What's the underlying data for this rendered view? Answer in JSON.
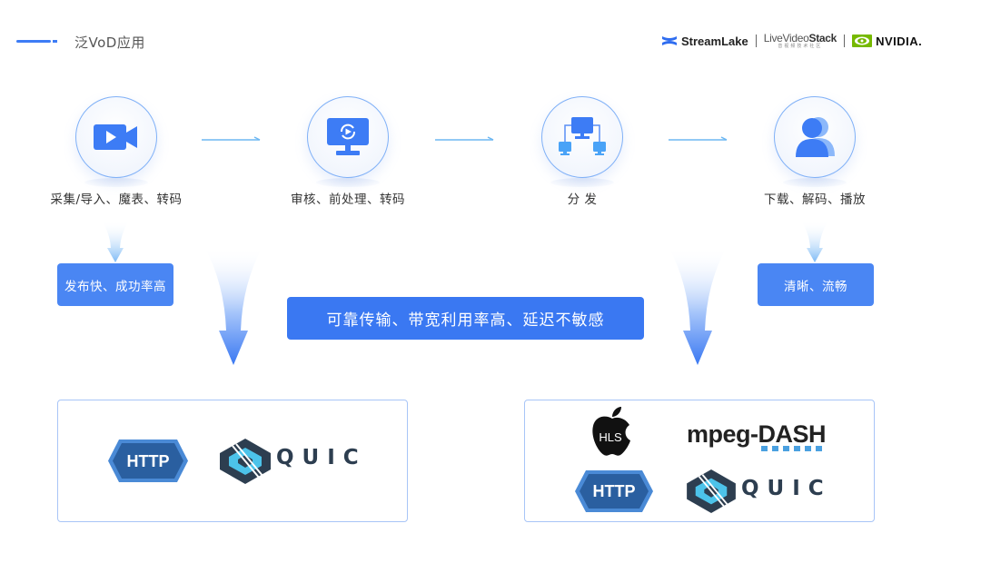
{
  "header": {
    "title": "泛VoD应用",
    "accent_color": "#3d7cf5"
  },
  "brands": {
    "streamlake": "StreamLake",
    "livevideostack_prefix": "Live",
    "livevideostack_mid": "Video",
    "livevideostack_bold": "Stack",
    "livevideostack_sub": "音视频技术社区",
    "nvidia": "NVIDIA."
  },
  "pipeline": {
    "steps": [
      {
        "icon": "video-camera-icon",
        "label": "采集/导入、魔表、转码"
      },
      {
        "icon": "monitor-play-icon",
        "label": "审核、前处理、转码"
      },
      {
        "icon": "network-distribution-icon",
        "label": "分 发"
      },
      {
        "icon": "users-icon",
        "label": "下载、解码、播放"
      }
    ]
  },
  "notes": {
    "publish": "发布快、成功率高",
    "playback": "清晰、流畅",
    "transport": "可靠传输、带宽利用率高、延迟不敏感"
  },
  "protocols": {
    "upload": {
      "http": "HTTP",
      "quic": "QUIC"
    },
    "delivery": {
      "hls": "HLS",
      "dash": "mpeg-DASH",
      "http": "HTTP",
      "quic": "QUIC"
    }
  },
  "colors": {
    "primary_blue": "#3a78f2",
    "note_blue": "#4a86f3",
    "icon_blue": "#3d7cf5",
    "icon_light_blue": "#4aa3f7",
    "http_blue": "#2a5fa0",
    "quic_dark": "#2d3e50",
    "quic_cyan": "#4cc3ea"
  }
}
